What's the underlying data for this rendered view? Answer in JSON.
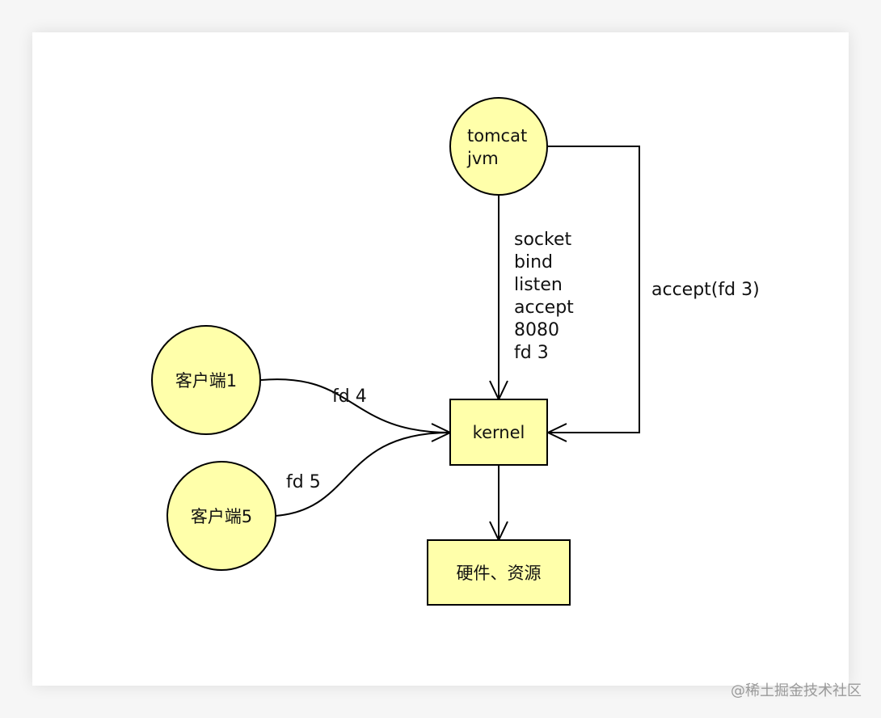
{
  "nodes": {
    "tomcat": {
      "line1": "tomcat",
      "line2": "jvm"
    },
    "client1": {
      "label": "客户端1"
    },
    "client5": {
      "label": "客户端5"
    },
    "kernel": {
      "label": "kernel"
    },
    "hardware": {
      "label": "硬件、资源"
    }
  },
  "edges": {
    "tomcat_to_kernel": {
      "lines": [
        "socket",
        "bind",
        "listen",
        "accept",
        "8080",
        "fd 3"
      ]
    },
    "tomcat_accept": {
      "label": "accept(fd 3)"
    },
    "client1_to_kernel": {
      "label": "fd 4"
    },
    "client5_to_kernel": {
      "label": "fd 5"
    }
  },
  "watermark": "@稀土掘金技术社区",
  "colors": {
    "node_fill": "#ffffaa",
    "stroke": "#000000"
  }
}
